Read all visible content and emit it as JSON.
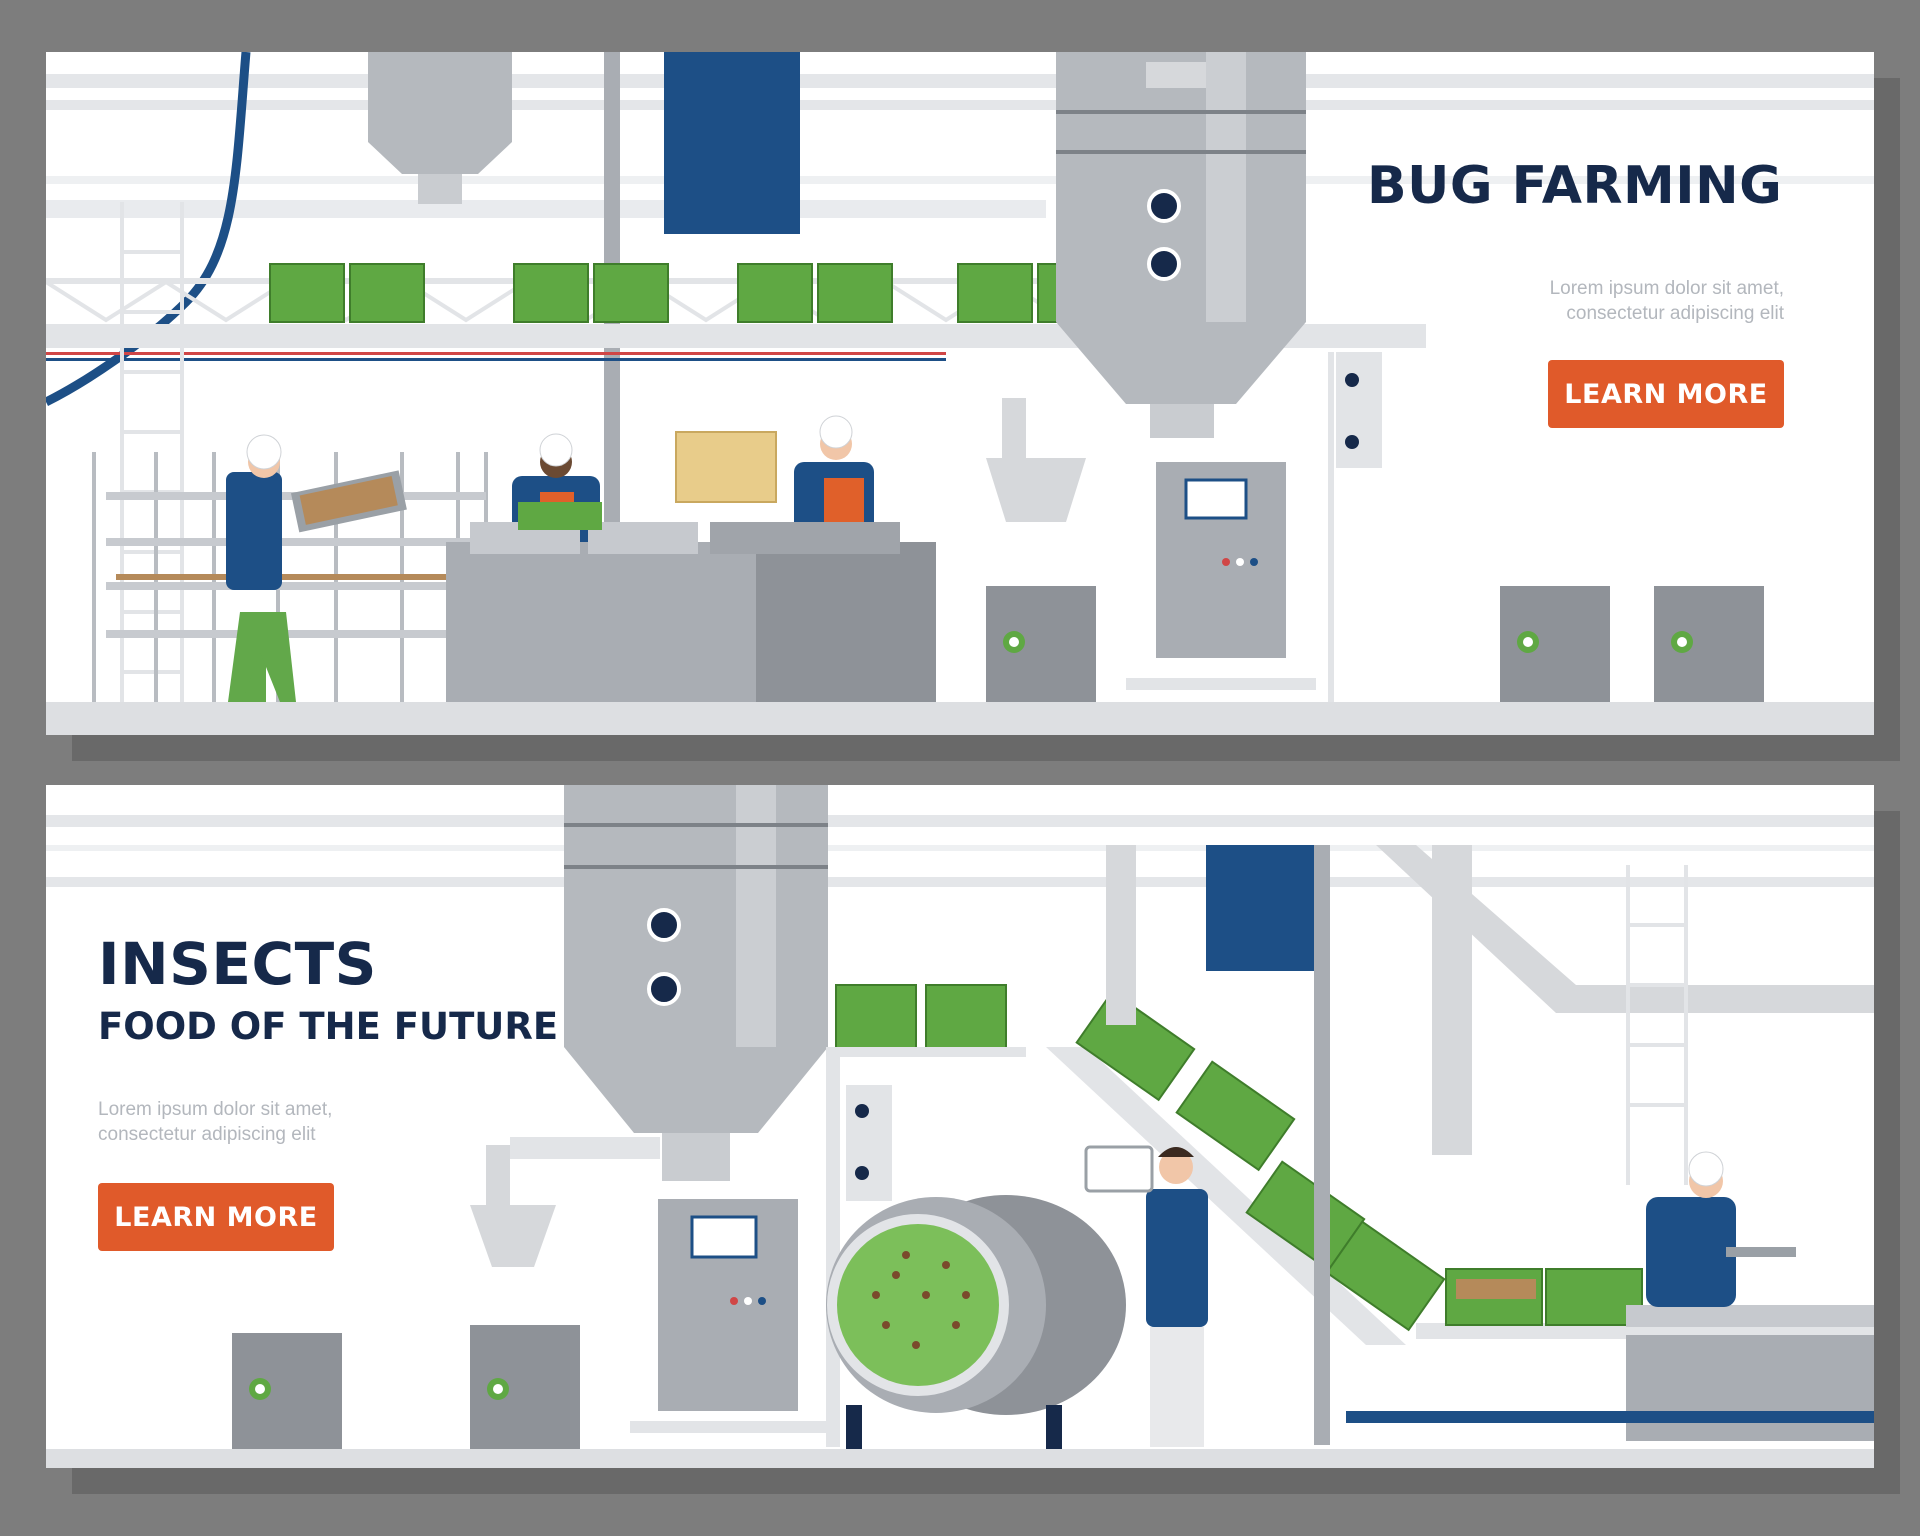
{
  "top_banner": {
    "title": "BUG FARMING",
    "description_line1": "Lorem ipsum dolor sit amet,",
    "description_line2": "consectetur adipiscing elit",
    "button_label": "LEARN MORE"
  },
  "bottom_banner": {
    "title": "INSECTS",
    "subtitle": "FOOD OF THE FUTURE",
    "description_line1": "Lorem ipsum dolor sit amet,",
    "description_line2": "consectetur adipiscing elit",
    "button_label": "LEARN MORE"
  },
  "colors": {
    "navy": "#16294a",
    "accent_orange": "#e05a2a",
    "crate_green": "#5fa843",
    "steel_gray": "#a9adb3",
    "pipe_blue": "#1d4f86",
    "background_gray": "#7d7d7d"
  }
}
